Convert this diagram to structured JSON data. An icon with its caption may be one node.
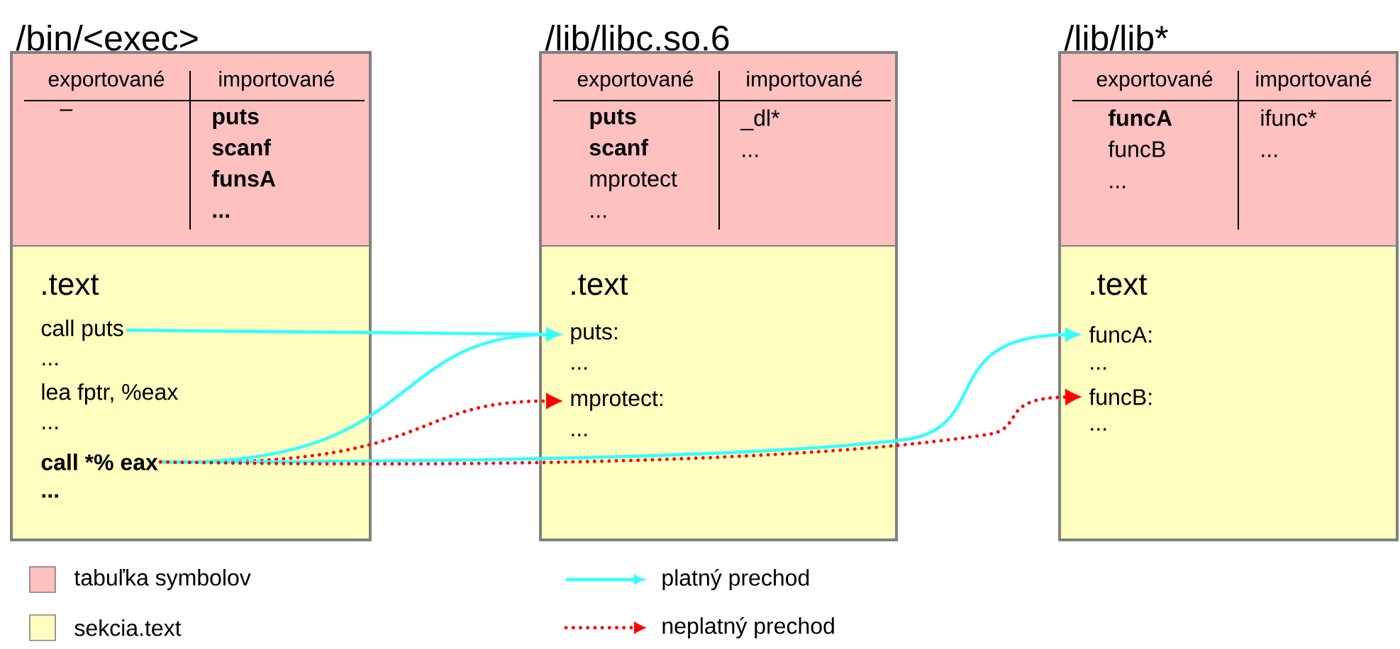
{
  "diagram": {
    "nodes": [
      {
        "text": [
          "/bin/<exec>"
        ]
      },
      {
        "text": [
          "exportované",
          "importované",
          "–",
          "**puts** **scanf** **funsA** **...**"
        ],
        "in": 0
      },
      {
        "text": [
          ".text"
        ],
        "in": 0
      },
      {
        "text": [
          "call puts"
        ],
        "in": 2
      },
      {
        "text": [
          "..."
        ],
        "in": 2
      },
      {
        "text": [
          "lea fptr, %eax"
        ],
        "in": 2
      },
      {
        "text": [
          "..."
        ],
        "in": 2
      },
      {
        "text": [
          "**call *% eax**"
        ],
        "in": 2
      },
      {
        "text": [
          "**...**"
        ],
        "in": 2
      },
      {
        "text": [
          "/lib/libc.so.6"
        ]
      },
      {
        "text": [
          "exportované",
          "importované",
          "**puts** **scanf** mprotect ...",
          "_dl* ..."
        ],
        "in": 9
      },
      {
        "text": [
          ".text"
        ],
        "in": 9
      },
      {
        "text": [
          "puts:"
        ],
        "in": 11
      },
      {
        "text": [
          "..."
        ],
        "in": 11
      },
      {
        "text": [
          "mprotect:"
        ],
        "in": 11
      },
      {
        "text": [
          "..."
        ],
        "in": 11
      },
      {
        "text": [
          "/lib/lib*"
        ]
      },
      {
        "text": [
          "exportované",
          "importované",
          "**funcA** funcB ...",
          "ifunc* ..."
        ],
        "in": 16
      },
      {
        "text": [
          ".text"
        ],
        "in": 16
      },
      {
        "text": [
          "funcA:"
        ],
        "in": 18
      },
      {
        "text": [
          "..."
        ],
        "in": 18
      },
      {
        "text": [
          "funcB:"
        ],
        "in": 18
      },
      {
        "text": [
          "..."
        ],
        "in": 18
      }
    ],
    "edges": [
      {
        "from": 3,
        "to": 12,
        "arrow": "to"
      },
      {
        "from": 7,
        "to": 12,
        "arrow": "to"
      },
      {
        "from": 7,
        "to": 14,
        "arrow": "to",
        "style": "dashed",
        "color": "#ff0000"
      },
      {
        "from": 7,
        "to": 19,
        "arrow": "to"
      },
      {
        "from": 7,
        "to": 21,
        "arrow": "to",
        "style": "dashed",
        "color": "#ff0000"
      }
    ],
    "legend": [
      {
        "text": "tabuľka symbolov",
        "color": "#ffc0c0"
      },
      {
        "text": "sekcia.text",
        "color": "#ffffc0"
      },
      {
        "text": "platný prechod"
      },
      {
        "text": "neplatný prechod"
      }
    ]
  }
}
